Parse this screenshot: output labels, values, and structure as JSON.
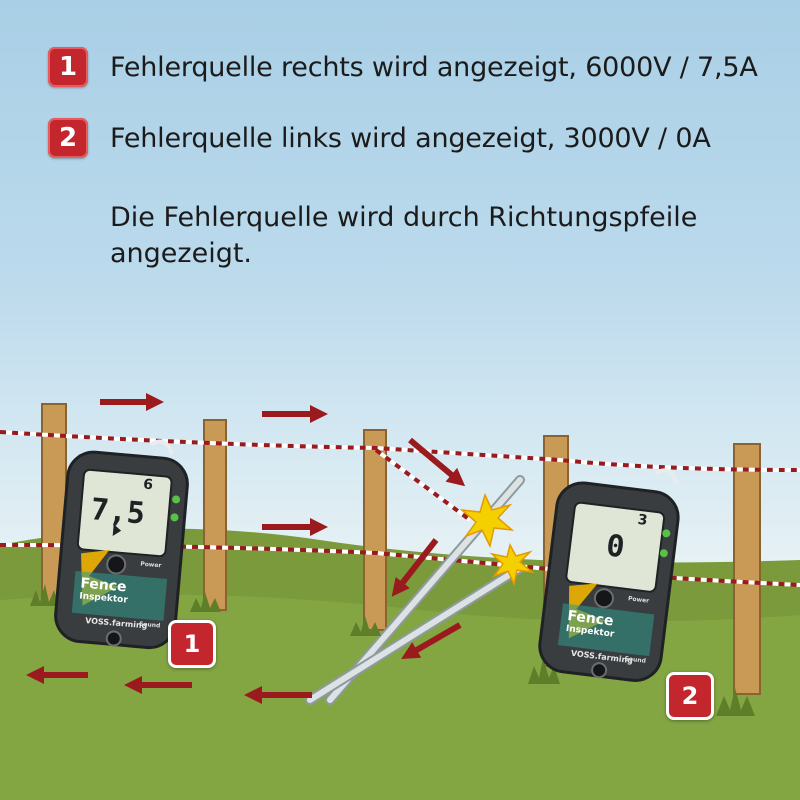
{
  "legend": [
    {
      "badge": "1",
      "text": "Fehlerquelle rechts wird angezeigt, 6000V / 7,5A"
    },
    {
      "badge": "2",
      "text": "Fehlerquelle links wird angezeigt, 3000V / 0A"
    }
  ],
  "note": "Die Fehlerquelle wird durch Richtungspfeile angezeigt.",
  "device_left": {
    "brand": "Fence",
    "model": "Inspektor",
    "maker": "VOSS.farming",
    "display_main": "7,5",
    "display_top": "6",
    "button_label_1": "Power",
    "button_label_2": "Sound",
    "badge": "1"
  },
  "device_right": {
    "brand": "Fence",
    "model": "Inspektor",
    "maker": "VOSS.farming",
    "display_main": "0",
    "display_top": "3",
    "button_label_1": "Power",
    "button_label_2": "Sound",
    "badge": "2"
  },
  "colors": {
    "badge_red": "#c4262e",
    "arrow_red": "#9a1a1e",
    "device_body": "#3a3d3f",
    "lcd": "#dfe6d6",
    "spark": "#f5d000"
  }
}
